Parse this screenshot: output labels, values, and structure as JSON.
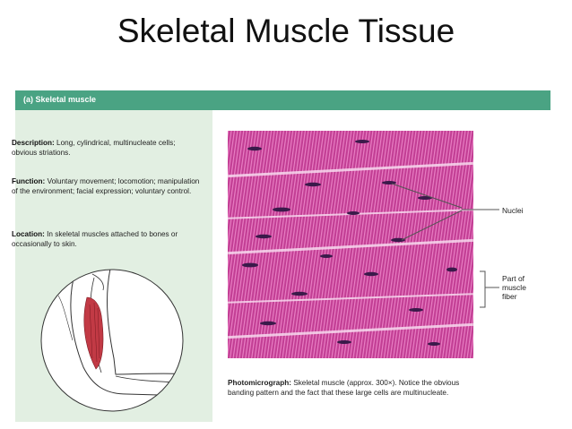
{
  "slide": {
    "title": "Skeletal Muscle Tissue"
  },
  "panel": {
    "header": "(a) Skeletal muscle",
    "description": {
      "label": "Description:",
      "text": " Long, cylindrical, multinucleate cells; obvious striations."
    },
    "function": {
      "label": "Function:",
      "text": " Voluntary movement; locomotion; manipulation of the environment; facial expression; voluntary control."
    },
    "location": {
      "label": "Location:",
      "text": " In skeletal muscles attached to bones or occasionally to skin."
    },
    "caption": {
      "label": "Photomicrograph:",
      "text": " Skeletal muscle (approx. 300×). Notice the obvious banding pattern and the fact that these large cells are multinucleate."
    },
    "labels": {
      "nuclei": "Nuclei",
      "fiber": "Part of muscle fiber"
    }
  },
  "colors": {
    "header": "#4aa383",
    "panel_bg": "#e2efe2",
    "tissue": "#c23e94",
    "nucleus": "#3a1a4a",
    "muscle": "#c23a45"
  }
}
